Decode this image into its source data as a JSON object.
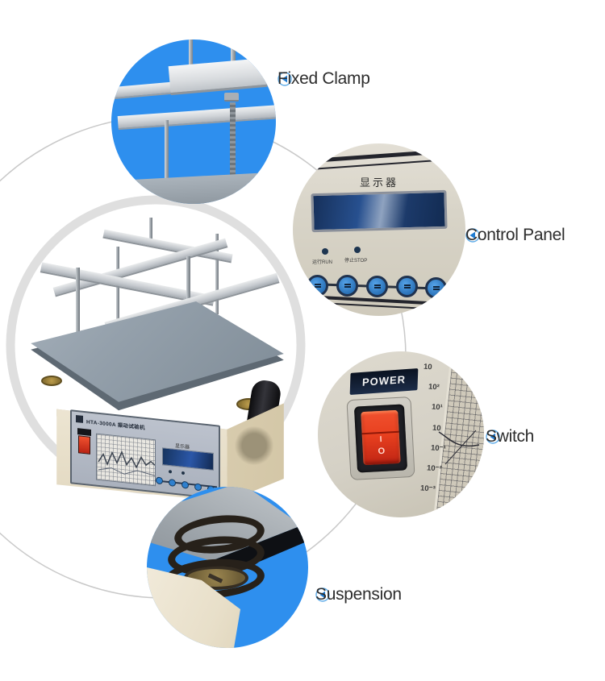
{
  "labels": {
    "fixed_clamp": "Fixed Clamp",
    "control_panel": "Control Panel",
    "switch": "Switch",
    "suspension": "Suspension"
  },
  "control_panel_photo": {
    "title": "显示器",
    "indicator_run": "运行RUN",
    "indicator_stop": "停止STOP"
  },
  "switch_photo": {
    "power_label": "POWER",
    "rocker_on": "I",
    "rocker_off": "O",
    "scale_labels": [
      "10",
      "10²",
      "10¹",
      "10",
      "10⁻¹",
      "10⁻²",
      "10⁻³"
    ]
  },
  "machine": {
    "model_label": "HTA-3000A 振动试验机",
    "lcd_label": "显示器"
  },
  "colors": {
    "callout_blue": "#2E8FEE",
    "icon_arrow_blue": "#1F7CD2",
    "icon_ring_blue": "#5FACE8",
    "label_text": "#2D2D2D",
    "panel_beige": "#D8D4C8",
    "machine_cream": "#F0EADB",
    "lcd_blue": "#1B3A66",
    "button_blue": "#2F80CE",
    "switch_red": "#E03222"
  }
}
